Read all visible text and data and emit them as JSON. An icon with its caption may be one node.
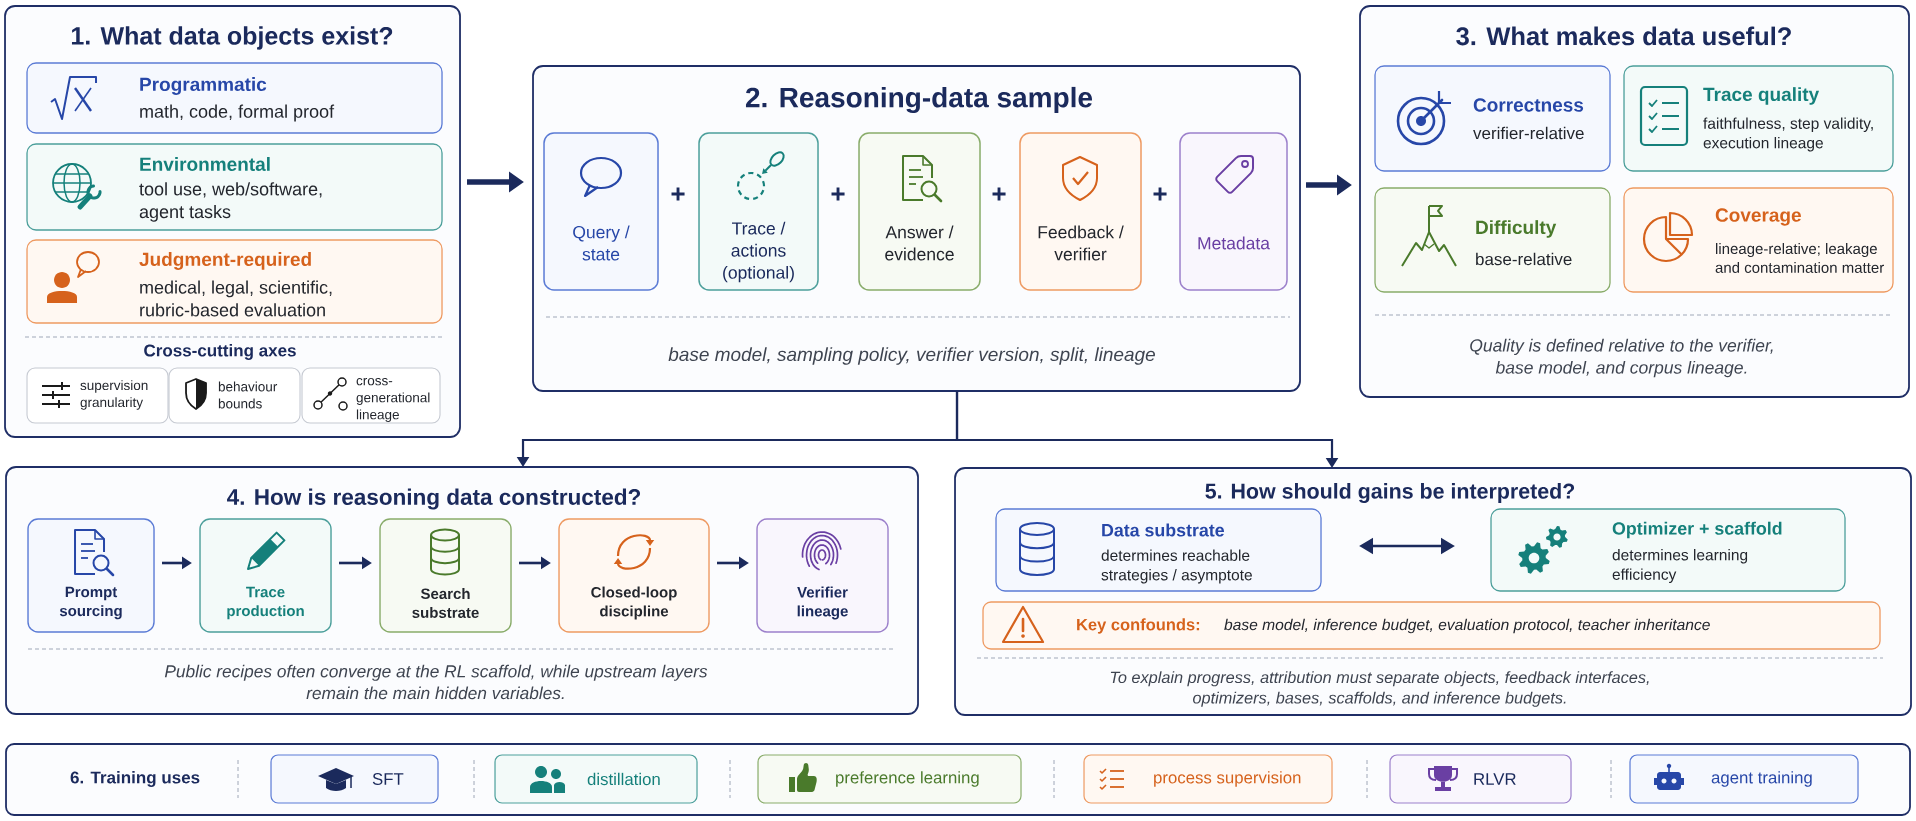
{
  "diagram": {
    "nodes": [
      {
        "text": [
          "1. What data objects exist?",
          "Cross-cutting axes"
        ]
      },
      {
        "text": [
          "Programmatic",
          "math, code, formal proof"
        ],
        "in": 0
      },
      {
        "text": [
          "Environmental",
          "tool use, web/software, agent tasks"
        ],
        "in": 0
      },
      {
        "text": [
          "Judgment-required",
          "medical, legal, scientific, rubric-based evaluation"
        ],
        "in": 0
      },
      {
        "text": [
          "supervision granularity"
        ],
        "in": 0
      },
      {
        "text": [
          "behaviour bounds"
        ],
        "in": 0
      },
      {
        "text": [
          "cross-generational lineage"
        ],
        "in": 0
      },
      {
        "text": [
          "2. Reasoning-data sample",
          "base model, sampling policy, verifier version, split, lineage"
        ]
      },
      {
        "text": [
          "Query / state"
        ],
        "in": 7
      },
      {
        "text": [
          "Trace / actions (optional)"
        ],
        "in": 7
      },
      {
        "text": [
          "Answer / evidence"
        ],
        "in": 7
      },
      {
        "text": [
          "Feedback / verifier"
        ],
        "in": 7
      },
      {
        "text": [
          "Metadata"
        ],
        "in": 7
      },
      {
        "text": [
          "3. What makes data useful?",
          "Quality is defined relative to the verifier, base model, and corpus lineage."
        ]
      },
      {
        "text": [
          "Correctness",
          "verifier-relative"
        ],
        "in": 13
      },
      {
        "text": [
          "Trace quality",
          "faithfulness, step validity, execution lineage"
        ],
        "in": 13
      },
      {
        "text": [
          "Difficulty",
          "base-relative"
        ],
        "in": 13
      },
      {
        "text": [
          "Coverage",
          "lineage-relative; leakage and contamination matter"
        ],
        "in": 13
      },
      {
        "text": [
          "4. How is reasoning data constructed?",
          "Public recipes often converge at the RL scaffold, while upstream layers remain the main hidden variables."
        ]
      },
      {
        "text": [
          "Prompt sourcing"
        ],
        "in": 18
      },
      {
        "text": [
          "Trace production"
        ],
        "in": 18
      },
      {
        "text": [
          "Search substrate"
        ],
        "in": 18
      },
      {
        "text": [
          "Closed-loop discipline"
        ],
        "in": 18
      },
      {
        "text": [
          "Verifier lineage"
        ],
        "in": 18
      },
      {
        "text": [
          "5. How should gains be interpreted?",
          "To explain progress, attribution must separate objects, feedback interfaces, optimizers, bases, scaffolds, and inference budgets."
        ]
      },
      {
        "text": [
          "Data substrate",
          "determines reachable strategies / asymptote"
        ],
        "in": 24
      },
      {
        "text": [
          "Optimizer + scaffold",
          "determines learning efficiency"
        ],
        "in": 24
      },
      {
        "text": [
          "Key confounds:",
          "base model, inference budget, evaluation protocol, teacher inheritance"
        ],
        "in": 24
      },
      {
        "text": [
          "6. Training uses"
        ]
      },
      {
        "text": [
          "SFT"
        ],
        "in": 28
      },
      {
        "text": [
          "distillation"
        ],
        "in": 28
      },
      {
        "text": [
          "preference learning"
        ],
        "in": 28
      },
      {
        "text": [
          "process supervision"
        ],
        "in": 28
      },
      {
        "text": [
          "RLVR"
        ],
        "in": 28
      },
      {
        "text": [
          "agent training"
        ],
        "in": 28
      }
    ],
    "edges": [
      {
        "from": 0,
        "to": 7,
        "arrow": "to",
        "style": "thick"
      },
      {
        "from": 7,
        "to": 13,
        "arrow": "to",
        "style": "thick"
      },
      {
        "from": 7,
        "to": 18,
        "arrow": "to"
      },
      {
        "from": 7,
        "to": 24,
        "arrow": "to"
      },
      {
        "from": 19,
        "to": 20,
        "arrow": "to"
      },
      {
        "from": 20,
        "to": 21,
        "arrow": "to"
      },
      {
        "from": 21,
        "to": 22,
        "arrow": "to"
      },
      {
        "from": 22,
        "to": 23,
        "arrow": "to"
      },
      {
        "from": 25,
        "to": 26,
        "arrow": "both"
      }
    ],
    "labels": [
      "+",
      "+",
      "+",
      "+"
    ]
  }
}
